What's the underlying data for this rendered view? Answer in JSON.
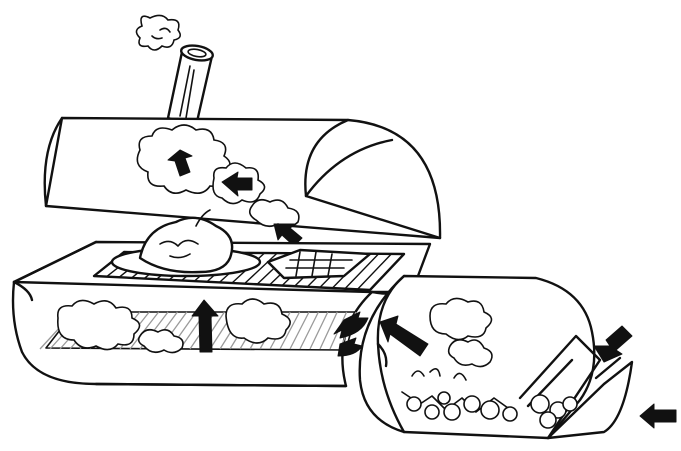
{
  "figure": {
    "subject": "",
    "components": [
      {
        "id": "smokestack",
        "icon": "smokestack-icon"
      },
      {
        "id": "lid",
        "icon": "lid-icon"
      },
      {
        "id": "cooking-chamber",
        "icon": "chamber-icon"
      },
      {
        "id": "cooking-grate",
        "icon": "grate-icon"
      },
      {
        "id": "firebox",
        "icon": "firebox-icon"
      },
      {
        "id": "air-intake",
        "icon": "vent-icon"
      }
    ],
    "colors": {
      "ink": "#111111",
      "background": "#ffffff",
      "lower-grate": "#9a9a9a"
    }
  }
}
